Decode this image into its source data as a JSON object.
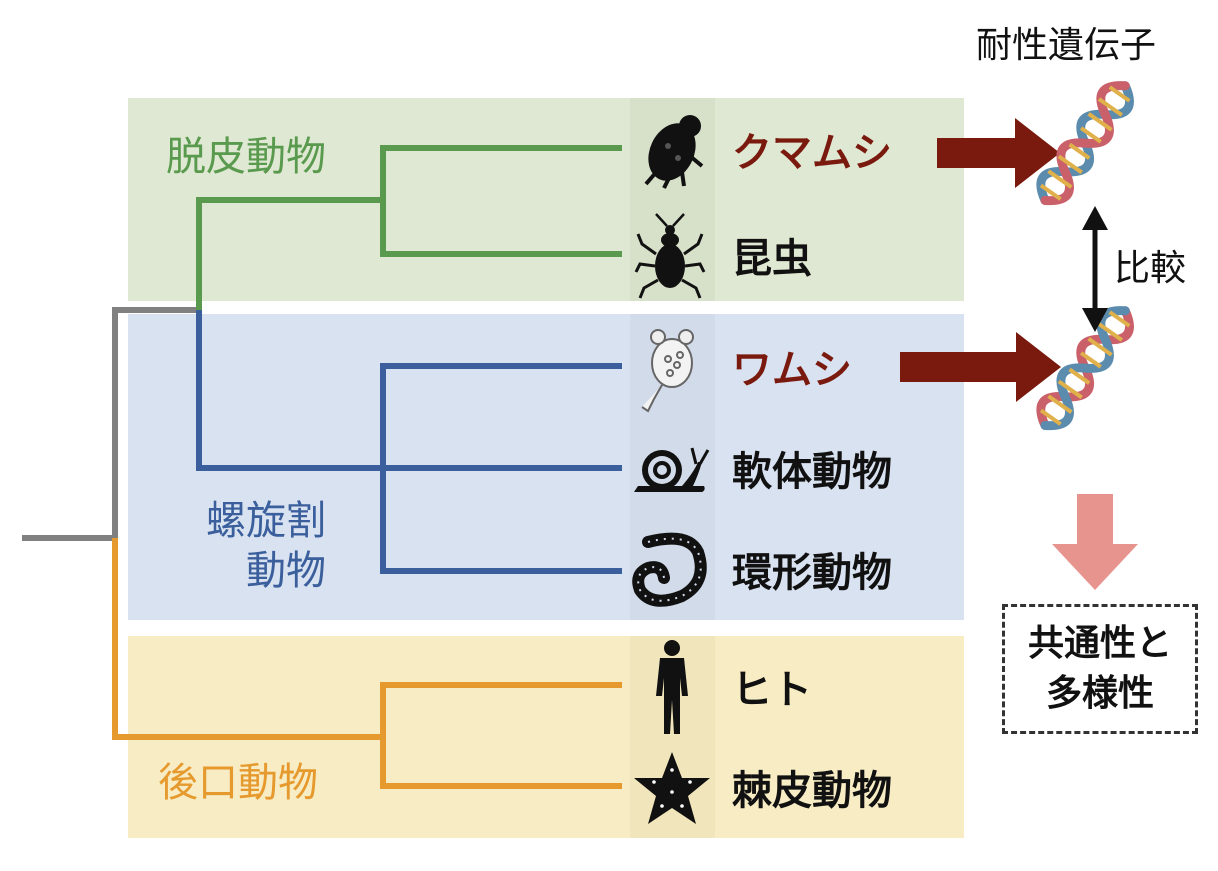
{
  "groups": {
    "ecdysozoa": {
      "label": "脱皮動物",
      "color": "#5a9a4e",
      "bg": "#dfe8d2"
    },
    "spiralia": {
      "label_line1": "螺旋割",
      "label_line2": "動物",
      "color": "#3a5f9c",
      "bg": "#d9e2f0"
    },
    "deuterostomia": {
      "label": "後口動物",
      "color": "#e69a2e",
      "bg": "#f7ecc4"
    }
  },
  "root_color": "#808080",
  "taxa": [
    {
      "label": "クマムシ",
      "icon": "tardigrade-icon",
      "highlight": true
    },
    {
      "label": "昆虫",
      "icon": "insect-icon",
      "highlight": false
    },
    {
      "label": "ワムシ",
      "icon": "rotifer-icon",
      "highlight": true
    },
    {
      "label": "軟体動物",
      "icon": "snail-icon",
      "highlight": false
    },
    {
      "label": "環形動物",
      "icon": "worm-icon",
      "highlight": false
    },
    {
      "label": "ヒト",
      "icon": "human-icon",
      "highlight": false
    },
    {
      "label": "棘皮動物",
      "icon": "starfish-icon",
      "highlight": false
    }
  ],
  "highlight_color": "#7a1a0e",
  "right_panel": {
    "gene_title": "耐性遺伝子",
    "compare_label": "比較",
    "result_line1": "共通性と",
    "result_line2": "多様性",
    "arrow_color": "#7a1a0e",
    "down_arrow_color": "#e8948e"
  }
}
